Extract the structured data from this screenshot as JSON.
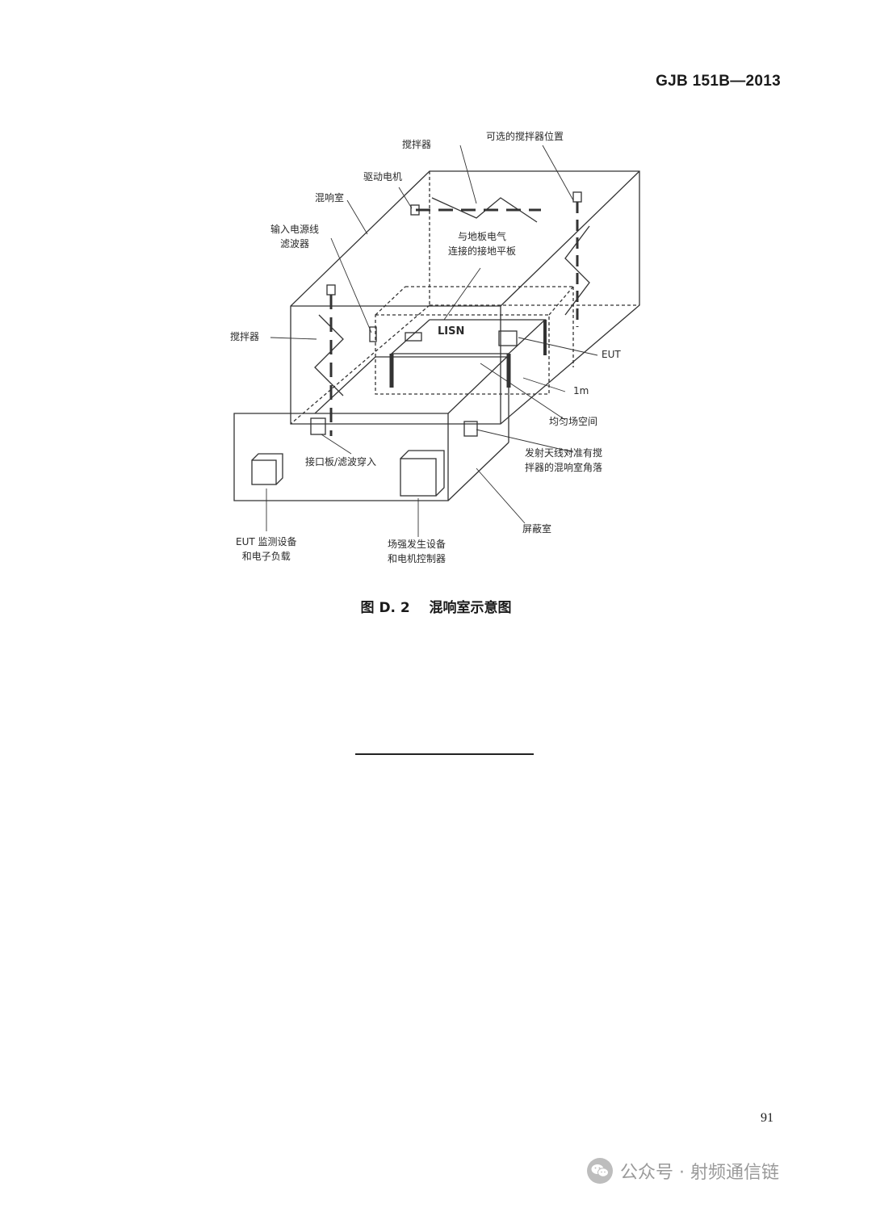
{
  "header": {
    "standard_code": "GJB 151B—2013"
  },
  "figure": {
    "labels": {
      "stirrer_top": "搅拌器",
      "alt_stirrer_position": "可选的搅拌器位置",
      "drive_motor": "驱动电机",
      "reverb_chamber": "混响室",
      "input_filter_line1": "输入电源线",
      "input_filter_line2": "滤波器",
      "ground_plane_line1": "与地板电气",
      "ground_plane_line2": "连接的接地平板",
      "lisn": "LISN",
      "stirrer_left": "搅拌器",
      "eut": "EUT",
      "one_meter": "1m",
      "uniform_field": "均匀场空间",
      "interface_panel": "接口板/滤波穿入",
      "antenna_line1": "发射天线对准有搅",
      "antenna_line2": "拌器的混响室角落",
      "shielded_room": "屏蔽室",
      "eut_monitor_line1": "EUT 监测设备",
      "eut_monitor_line2": "和电子负载",
      "field_gen_line1": "场强发生设备",
      "field_gen_line2": "和电机控制器"
    }
  },
  "caption": {
    "number": "图 D. 2",
    "title": "混响室示意图"
  },
  "footer": {
    "page_number": "91"
  },
  "watermark": {
    "icon": "wechat-icon",
    "text": "公众号 · 射频通信链"
  }
}
